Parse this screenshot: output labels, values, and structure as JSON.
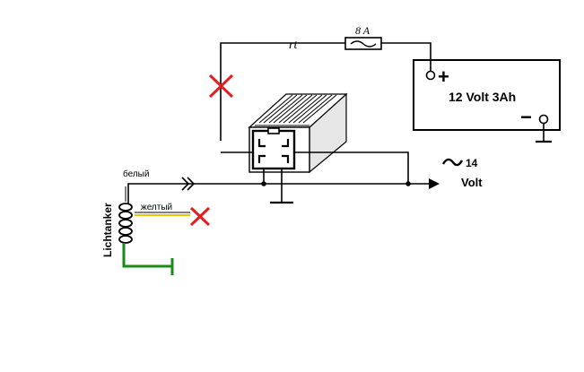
{
  "battery": {
    "label": "12 Volt 3Ah",
    "plus": "+",
    "minus": "−"
  },
  "fuse": {
    "label": "8 A"
  },
  "wire_rt": {
    "label": "rt"
  },
  "output": {
    "symbol": "~",
    "value": "14",
    "unit": "Volt"
  },
  "stator": {
    "label": "Lichtanker"
  },
  "wire_white": {
    "label": "белый"
  },
  "wire_yellow": {
    "label": "желтый"
  },
  "colors": {
    "wire": "#000000",
    "cross": "#e02020",
    "ground": "#1a8a1a",
    "yellow": "#e8c800",
    "regulator_fill": "#ffffff",
    "shade": "#dddddd"
  }
}
